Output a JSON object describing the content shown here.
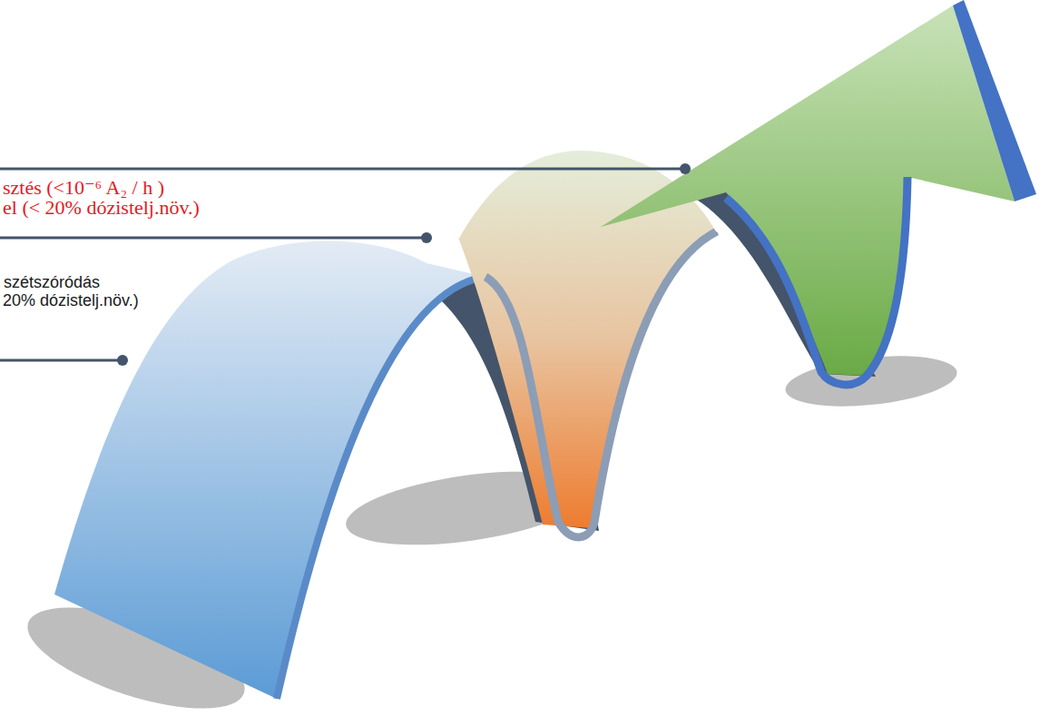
{
  "diagram": {
    "labels": [
      "sztés (<10⁻⁶ A₂ / h )",
      "el (< 20% dózistelj.növ.)",
      "szétszóródás",
      "20% dózistelj.növ.)"
    ]
  }
}
